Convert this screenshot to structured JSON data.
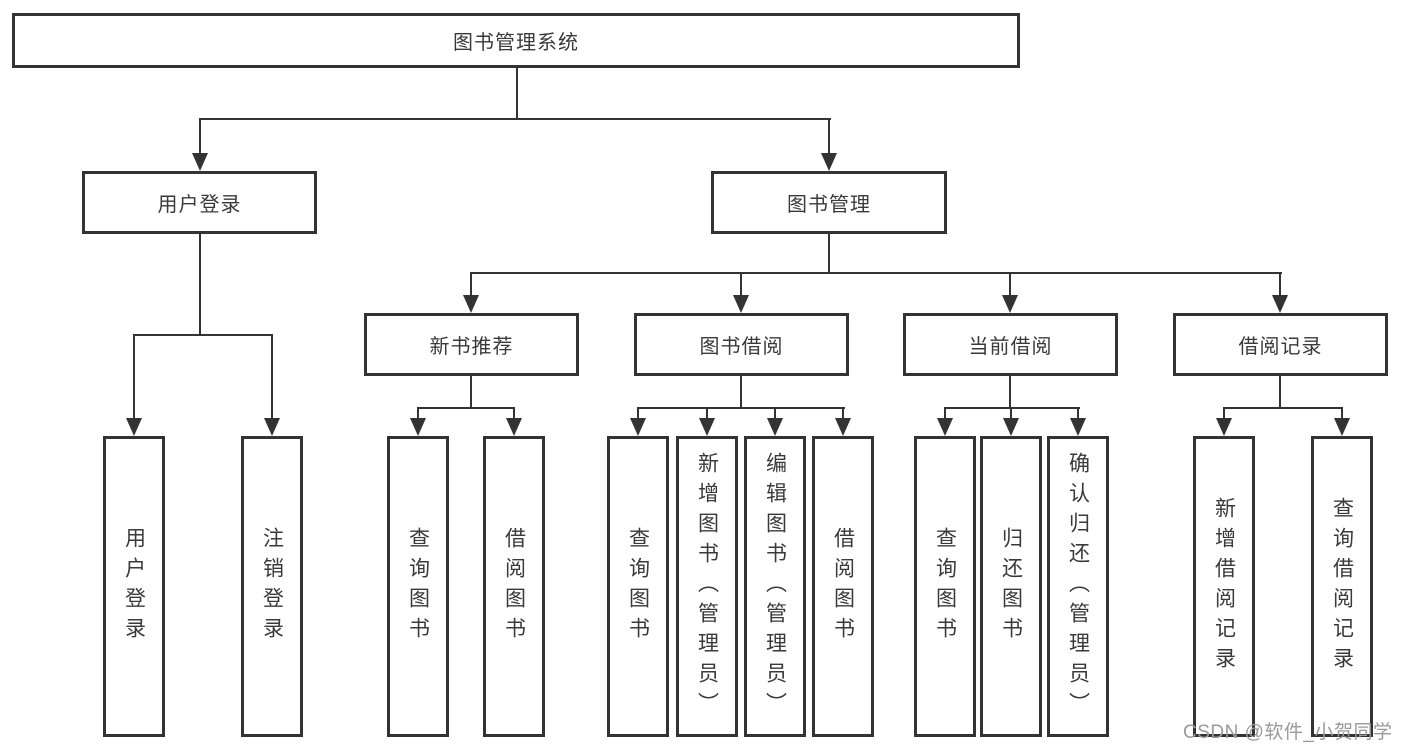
{
  "root_label": "图书管理系统",
  "branches": [
    {
      "label": "用户登录",
      "children": [
        {
          "label": "用户登录"
        },
        {
          "label": "注销登录"
        }
      ]
    },
    {
      "label": "图书管理",
      "children": [
        {
          "label": "新书推荐",
          "children": [
            {
              "label": "查询图书"
            },
            {
              "label": "借阅图书"
            }
          ]
        },
        {
          "label": "图书借阅",
          "children": [
            {
              "label": "查询图书"
            },
            {
              "label": "新增图书（管理员）"
            },
            {
              "label": "编辑图书（管理员）"
            },
            {
              "label": "借阅图书"
            }
          ]
        },
        {
          "label": "当前借阅",
          "children": [
            {
              "label": "查询图书"
            },
            {
              "label": "归还图书"
            },
            {
              "label": "确认归还（管理员）"
            }
          ]
        },
        {
          "label": "借阅记录",
          "children": [
            {
              "label": "新增借阅记录"
            },
            {
              "label": "查询借阅记录"
            }
          ]
        }
      ]
    }
  ],
  "watermark": "CSDN @软件_小贺同学",
  "colors": {
    "line": "#333333",
    "text": "#3a3a3a",
    "box_background": "#ffffff",
    "watermark": "#9a9a9a"
  }
}
